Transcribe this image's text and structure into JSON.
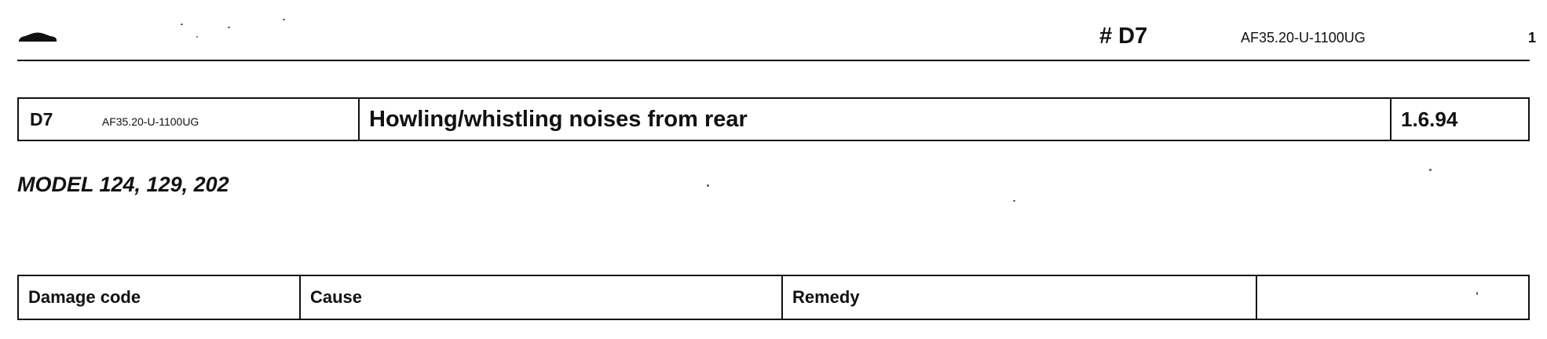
{
  "header": {
    "icon": "car-icon",
    "code": "# D7",
    "reference": "AF35.20-U-1100UG",
    "page": "1"
  },
  "title_row": {
    "code": "D7",
    "reference": "AF35.20-U-1100UG",
    "title": "Howling/whistling noises from rear",
    "date": "1.6.94"
  },
  "model_line": "MODEL 124, 129, 202",
  "table": {
    "columns": [
      "Damage code",
      "Cause",
      "Remedy",
      ""
    ]
  }
}
